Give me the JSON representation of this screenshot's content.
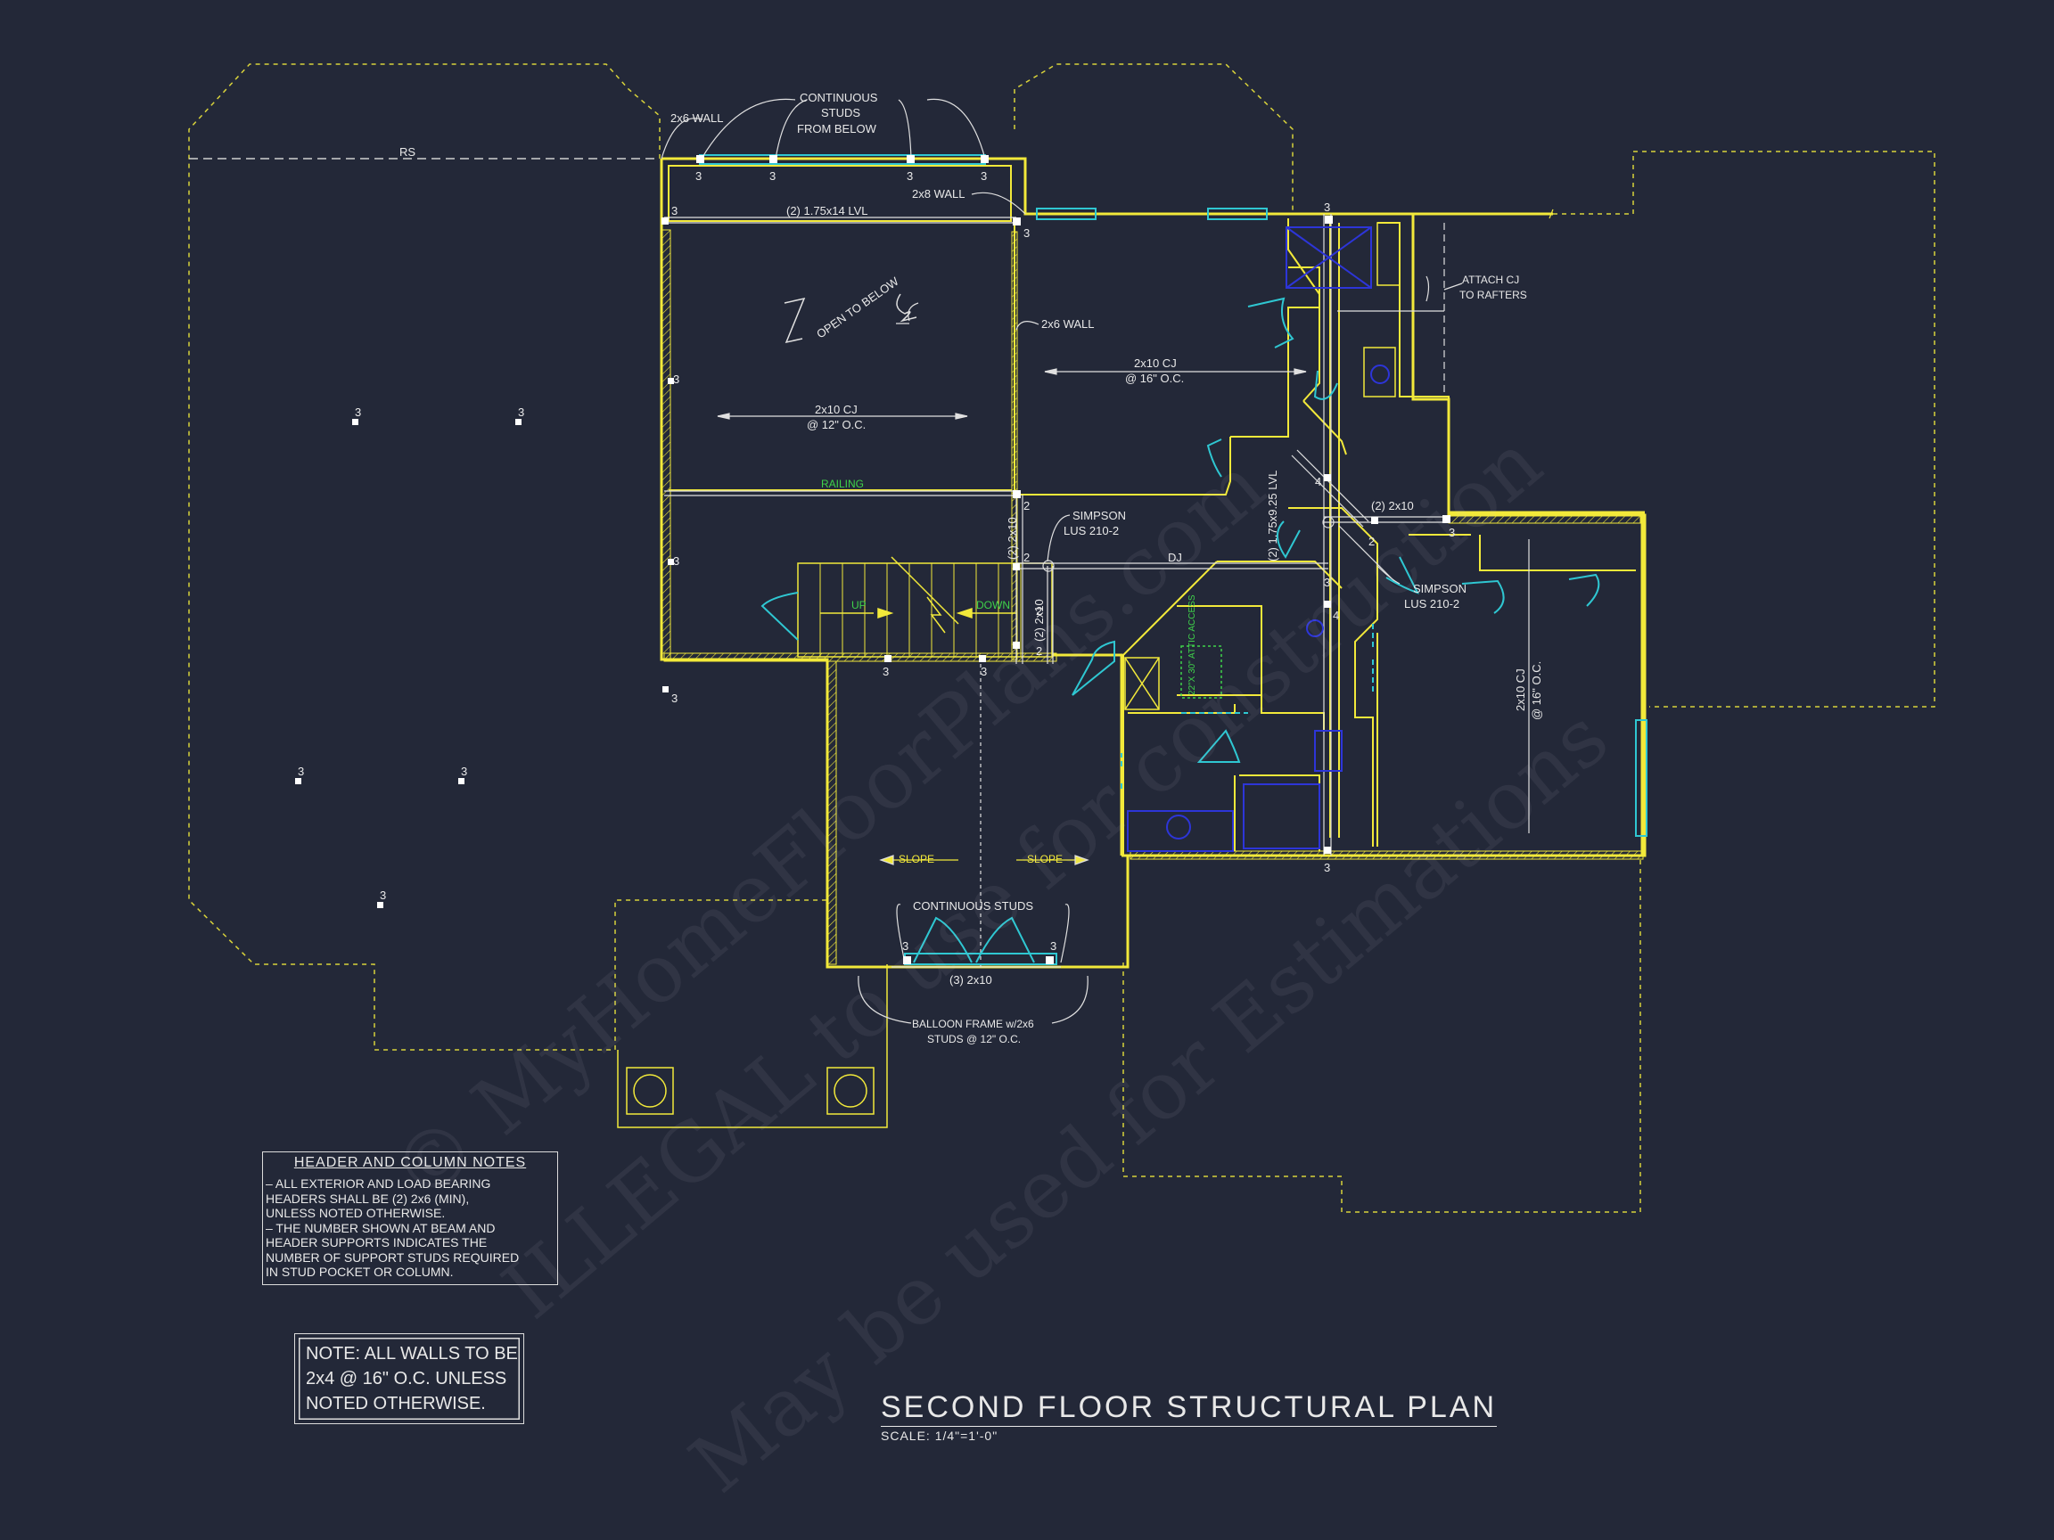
{
  "drawing": {
    "title": "SECOND FLOOR STRUCTURAL PLAN",
    "scale": "SCALE: 1/4\"=1'-0\""
  },
  "notes": {
    "header_title": "HEADER AND COLUMN NOTES",
    "header_lines": [
      "– ALL EXTERIOR AND LOAD BEARING",
      "HEADERS SHALL BE (2) 2x6 (MIN),",
      "UNLESS NOTED OTHERWISE.",
      "– THE NUMBER SHOWN AT BEAM AND",
      "HEADER SUPPORTS INDICATES THE",
      "NUMBER OF SUPPORT STUDS REQUIRED",
      "IN STUD POCKET OR COLUMN."
    ],
    "wall_note_lines": [
      "NOTE: ALL WALLS TO BE",
      "2x4 @ 16\" O.C. UNLESS",
      "NOTED OTHERWISE."
    ]
  },
  "labels": {
    "rs": "RS",
    "wall_2x6_a": "2x6 WALL",
    "continuous_studs_1": "CONTINUOUS",
    "continuous_studs_2": "STUDS",
    "continuous_studs_3": "FROM BELOW",
    "wall_2x8": "2x8 WALL",
    "lvl_1": "(2) 1.75x14 LVL",
    "open_to_below": "OPEN TO BELOW",
    "cj_12_a": "2x10 CJ",
    "cj_12_b": "@ 12\" O.C.",
    "wall_2x6_b": "2x6 WALL",
    "cj_16_a": "2x10 CJ",
    "cj_16_b": "@ 16\" O.C.",
    "attach_cj_1": "ATTACH CJ",
    "attach_cj_2": "TO RAFTERS",
    "railing": "RAILING",
    "simpson_1a": "SIMPSON",
    "simpson_1b": "LUS 210-2",
    "dj": "DJ",
    "hdr_2x10_v": "(2) 2x10",
    "hdr_2x10_v2": "(2) 2x10",
    "lvl_v": "(2) 1.75x9.25 LVL",
    "hdr_2x10_h": "(2) 2x10",
    "simpson_2a": "SIMPSON",
    "simpson_2b": "LUS 210-2",
    "up": "UP",
    "down": "DOWN",
    "attic": "22\"X 30\" ATTIC ACCESS",
    "cj_right_a": "2x10 CJ",
    "cj_right_b": "@ 16\" O.C.",
    "slope_l": "SLOPE",
    "slope_r": "SLOPE",
    "continuous_studs_b": "CONTINUOUS STUDS",
    "hdr_3_2x10": "(3) 2x10",
    "balloon_1": "BALLOON FRAME w/2x6",
    "balloon_2": "STUDS @ 12\" O.C."
  },
  "stud_counts": [
    "3",
    "3",
    "3",
    "3",
    "3",
    "3",
    "3",
    "3",
    "3",
    "3",
    "3",
    "3",
    "3",
    "3",
    "3",
    "3",
    "3",
    "3",
    "3",
    "3",
    "3",
    "3",
    "4",
    "4",
    "2",
    "2",
    "2",
    "2",
    "2"
  ],
  "watermark": {
    "line1": "© MyHomeFloorPlans.com",
    "line2": "ILLEGAL to use for construction",
    "line3": "May be used for Estimations"
  },
  "colors": {
    "background": "#232838",
    "wall": "#f2e93a",
    "fixture": "#2fc7d2",
    "text": "#e8e8e8",
    "green_text": "#3fd24a",
    "blue_fixture": "#2d35d8"
  }
}
